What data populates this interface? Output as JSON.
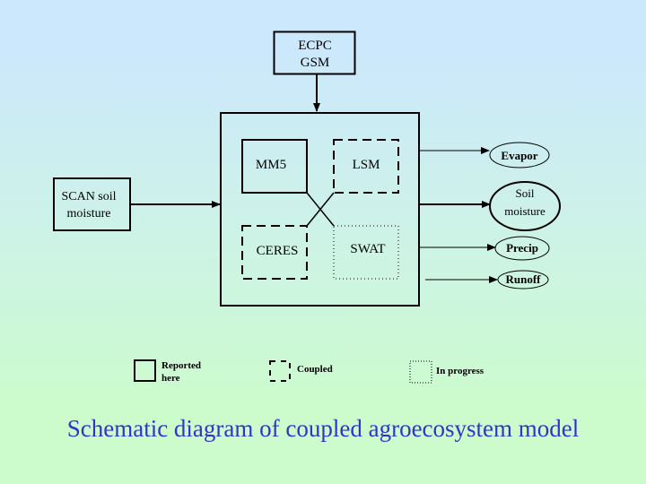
{
  "diagram": {
    "title": "Schematic diagram of coupled agroecosystem model",
    "title_color": "#3333cc",
    "source_box": {
      "line1": "ECPC",
      "line2": "GSM"
    },
    "input_box": {
      "line1": "SCAN soil",
      "line2": "moisture"
    },
    "models": [
      {
        "id": "mm5",
        "label": "MM5",
        "status": "reported"
      },
      {
        "id": "lsm",
        "label": "LSM",
        "status": "coupled"
      },
      {
        "id": "ceres",
        "label": "CERES",
        "status": "coupled"
      },
      {
        "id": "swat",
        "label": "SWAT",
        "status": "in-progress"
      }
    ],
    "outputs": [
      {
        "id": "evapor",
        "label": "Evapor"
      },
      {
        "id": "soil-moisture",
        "line1": "Soil",
        "line2": "moisture"
      },
      {
        "id": "precip",
        "label": "Precip"
      },
      {
        "id": "runoff",
        "label": "Runoff"
      }
    ],
    "legend": [
      {
        "style": "solid",
        "line1": "Reported",
        "line2": "here"
      },
      {
        "style": "dashed",
        "label": "Coupled"
      },
      {
        "style": "dotted",
        "label": "In progress"
      }
    ]
  }
}
